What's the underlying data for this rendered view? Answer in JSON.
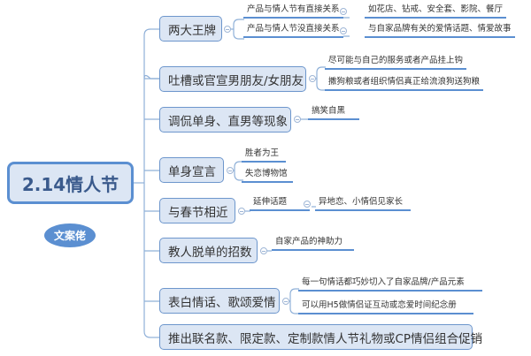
{
  "root": {
    "title": "2.14情人节",
    "tag": "文案佬"
  },
  "branches": [
    {
      "label": "两大王牌",
      "children": [
        {
          "label": "产品与情人节有直接关系",
          "children": [
            {
              "label": "如花店、钻戒、安全套、影院、餐厅"
            }
          ]
        },
        {
          "label": "产品与情人节没直接关系",
          "children": [
            {
              "label": "与自家品牌有关的爱情话题、情爱故事"
            }
          ]
        }
      ]
    },
    {
      "label": "吐槽或官宣男朋友/女朋友",
      "children": [
        {
          "label": "尽可能与自己的服务或者产品挂上钩"
        },
        {
          "label": "撒狗粮或者组织情侣真正给流浪狗送狗粮"
        }
      ]
    },
    {
      "label": "调侃单身、直男等现象",
      "children": [
        {
          "label": "搞笑自黑"
        }
      ]
    },
    {
      "label": "单身宣言",
      "children": [
        {
          "label": "胜者为王"
        },
        {
          "label": "失恋博物馆"
        }
      ]
    },
    {
      "label": "与春节相近",
      "children": [
        {
          "label": "延伸话题",
          "children": [
            {
              "label": "异地恋、小情侣见家长"
            }
          ]
        }
      ]
    },
    {
      "label": "教人脱单的招数",
      "children": [
        {
          "label": "自家产品的神助力"
        }
      ]
    },
    {
      "label": "表白情话、歌颂爱情",
      "children": [
        {
          "label": "每一句情话都巧妙切入了自家品牌/产品元素"
        },
        {
          "label": "可以用H5做情侣证互动或恋爱时间纪念册"
        }
      ]
    },
    {
      "label": "推出联名款、限定款、定制款情人节礼物或CP情侣组合促销"
    }
  ],
  "colors": {
    "accent": "#5b8fd1",
    "node_fill": "#dce6f4",
    "line": "#8fb0d8"
  }
}
